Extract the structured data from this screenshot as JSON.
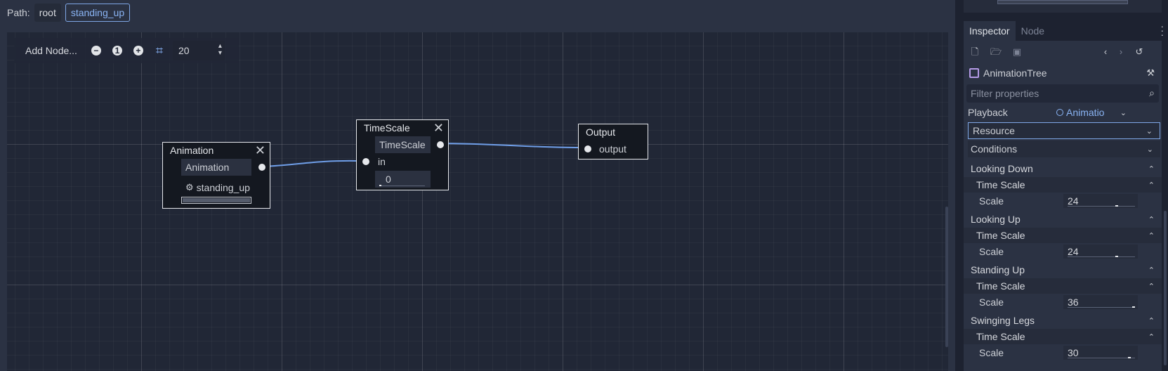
{
  "pathbar": {
    "label": "Path:",
    "crumbs": [
      "root",
      "standing_up"
    ]
  },
  "graph_toolbar": {
    "add_node": "Add Node...",
    "zoom_out_icon": "zoom-out-icon",
    "zoom_reset_label": "1",
    "zoom_in_icon": "zoom-in-icon",
    "snap_icon": "snap-grid-icon",
    "snap_value": "20"
  },
  "nodes": {
    "animation": {
      "title": "Animation",
      "slot_label": "Animation",
      "anim_name": "standing_up"
    },
    "timescale": {
      "title": "TimeScale",
      "slot_label": "TimeScale",
      "in_label": "in",
      "scale_value": "0"
    },
    "output": {
      "title": "Output",
      "slot_label": "output"
    }
  },
  "inspector": {
    "tabs": [
      "Inspector",
      "Node"
    ],
    "object_name": "AnimationTree",
    "filter_placeholder": "Filter properties",
    "playback_label": "Playback",
    "playback_value": "Animatio",
    "resource_label": "Resource",
    "conditions_label": "Conditions",
    "sections": [
      {
        "name": "Looking Down",
        "sub": "Time Scale",
        "prop": "Scale",
        "value": "24"
      },
      {
        "name": "Looking Up",
        "sub": "Time Scale",
        "prop": "Scale",
        "value": "24"
      },
      {
        "name": "Standing Up",
        "sub": "Time Scale",
        "prop": "Scale",
        "value": "36"
      },
      {
        "name": "Swinging Legs",
        "sub": "Time Scale",
        "prop": "Scale",
        "value": "30"
      }
    ]
  },
  "colors": {
    "accent": "#7fa7e6",
    "connection": "#6f9ee8",
    "panel_bg": "#2b3243",
    "graph_bg": "#212736"
  }
}
